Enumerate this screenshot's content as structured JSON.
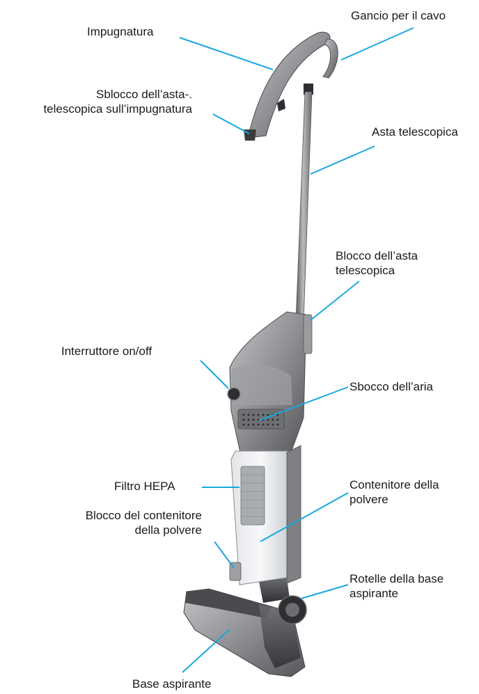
{
  "labels": {
    "impugnatura": "Impugnatura",
    "gancio": "Gancio per il cavo",
    "sblocco_l1": "Sblocco dell’asta-.",
    "sblocco_l2": "telescopica sull’impugnatura",
    "asta": "Asta telescopica",
    "blocco_asta_l1": "Blocco dell’asta",
    "blocco_asta_l2": "telescopica",
    "interruttore": "Interruttore on/off",
    "sbocco": "Sbocco dell’aria",
    "filtro": "Filtro HEPA",
    "contenitore_l1": "Contenitore della",
    "contenitore_l2": "polvere",
    "blocco_cont_l1": "Blocco del contenitore",
    "blocco_cont_l2": "della polvere",
    "rotelle_l1": "Rotelle della base",
    "rotelle_l2": "aspirante",
    "base": "Base aspirante"
  },
  "colors": {
    "leader_line": "#18a8df",
    "body_gray": "#8a8c90",
    "dark_gray": "#3c3d40"
  }
}
